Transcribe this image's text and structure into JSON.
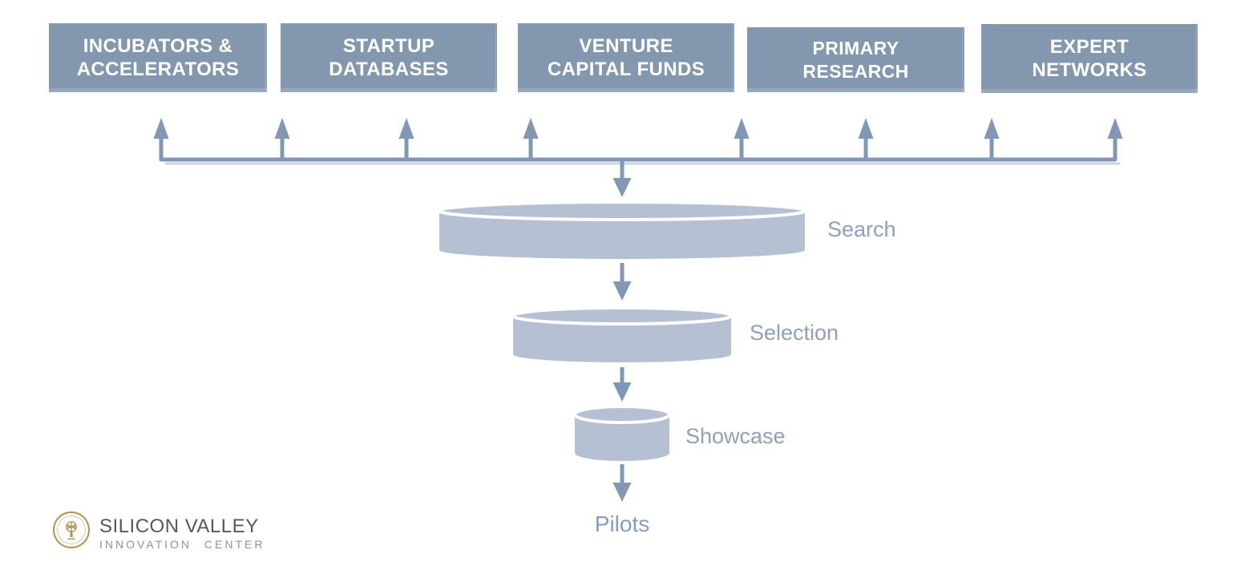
{
  "colors": {
    "box": "#8397AF",
    "box_text": "#FFFFFF",
    "arrow": "#8197B3",
    "line_shadow": "#CBD4DE",
    "cylinder": "#B5C0D3",
    "cylinder_gap": "#FFFFFF",
    "stage_label": "#8F9FBC",
    "pilots_label": "#879CC2",
    "logo_gold": "#B09459",
    "logo_dark": "#55585C",
    "logo_light": "#8F9295"
  },
  "sources": [
    {
      "line1": "INCUBATORS &",
      "line2": "ACCELERATORS"
    },
    {
      "line1": "STARTUP",
      "line2": "DATABASES"
    },
    {
      "line1": "VENTURE",
      "line2": "CAPITAL FUNDS"
    },
    {
      "line1": "PRIMARY",
      "line2": "RESEARCH"
    },
    {
      "line1": "EXPERT",
      "line2": "NETWORKS"
    }
  ],
  "funnel": {
    "stages": [
      {
        "label": "Search"
      },
      {
        "label": "Selection"
      },
      {
        "label": "Showcase"
      }
    ],
    "outcome": "Pilots"
  },
  "logo": {
    "name": "SILICON VALLEY",
    "subtitle": "INNOVATION CENTER"
  }
}
